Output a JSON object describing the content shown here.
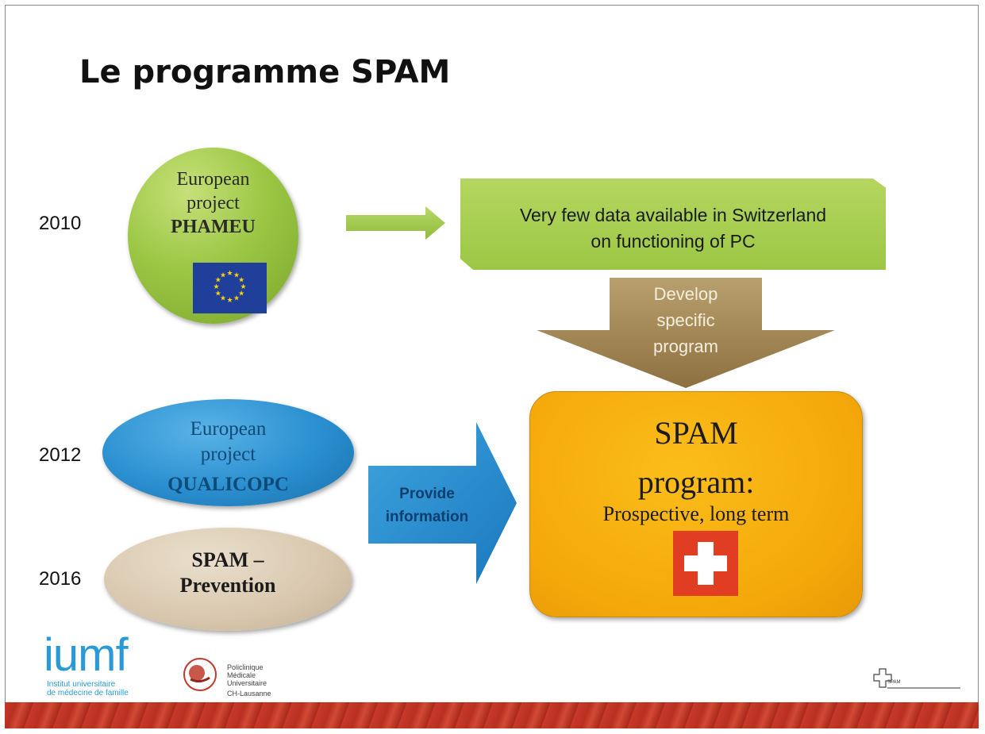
{
  "slide": {
    "title": "Le programme SPAM",
    "years": [
      "2010",
      "2012",
      "2016"
    ],
    "phameu": {
      "line1": "European",
      "line2": "project",
      "line3": "PHAMEU"
    },
    "qualicopc": {
      "line1": "European",
      "line2": "project",
      "line3": "QUALICOPC"
    },
    "prevention": {
      "line1": "SPAM –",
      "line2": "Prevention"
    },
    "green_box": {
      "line1": "Very few data available in Switzerland",
      "line2": "on functioning of PC"
    },
    "develop_arrow": {
      "line1": "Develop",
      "line2": "specific",
      "line3": "program"
    },
    "provide_arrow": {
      "line1": "Provide",
      "line2": "information"
    },
    "spam_box": {
      "line1": "SPAM",
      "line2": "program:",
      "line3": "Prospective, long term"
    }
  },
  "logos": {
    "iumf": {
      "name": "iumf",
      "line1": "Institut universitaire",
      "line2": "de médecine de famille"
    },
    "pmu": {
      "line1": "Policlinique",
      "line2": "Médicale",
      "line3": "Universitaire",
      "line4": "CH-Lausanne"
    },
    "spam_small": {
      "name": "SPAM"
    }
  },
  "colors": {
    "green": "#9cc745",
    "blue": "#2a8fd0",
    "beige": "#d8c7ae",
    "orange": "#f4a80a",
    "brown_arrow": "#a58958",
    "swiss_red": "#e03d23",
    "eu_blue": "#1f3f9a",
    "eu_star": "#ffd200"
  }
}
